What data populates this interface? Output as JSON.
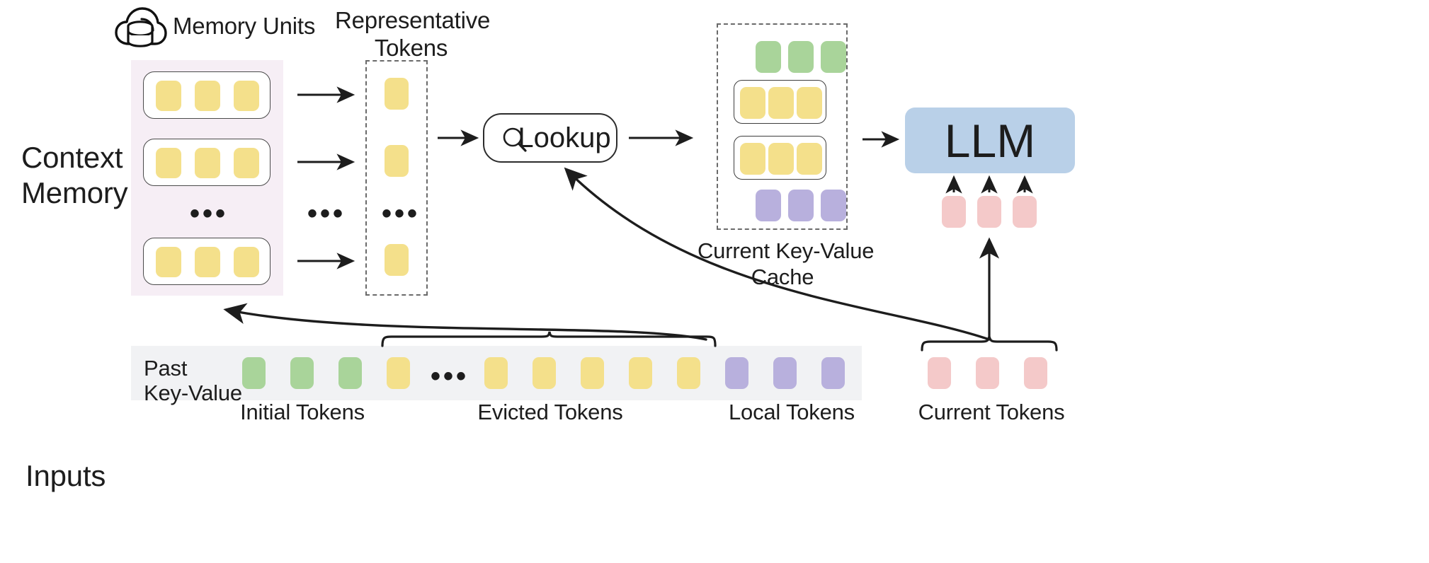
{
  "diagram": {
    "title": "Context Memory Lookup Architecture",
    "row_labels": {
      "context_memory": "Context\nMemory",
      "inputs": "Inputs"
    },
    "headers": {
      "memory_units": "Memory Units",
      "representative_tokens": "Representative\nTokens",
      "current_kv_cache": "Current Key-Value\nCache"
    },
    "icons": {
      "cloud_database": "cloud-database-icon",
      "search": "search-icon"
    },
    "lookup": {
      "label": "Lookup"
    },
    "llm": {
      "label": "LLM",
      "color": "#b9d0e8"
    },
    "past_key_value_label": "Past\nKey-Value",
    "ellipsis": "•••",
    "bottom_labels": [
      {
        "name": "initial-tokens",
        "text": "Initial Tokens"
      },
      {
        "name": "evicted-tokens",
        "text": "Evicted Tokens"
      },
      {
        "name": "local-tokens",
        "text": "Local Tokens"
      },
      {
        "name": "current-tokens",
        "text": "Current Tokens"
      }
    ],
    "colors": {
      "yellow_token": "#f4e08b",
      "green_token": "#a9d49a",
      "purple_token": "#b8b0dd",
      "pink_token": "#f4c9c9",
      "context_memory_bg": "#f6eef5",
      "inputs_bg": "#f1f2f4",
      "llm_blue": "#b9d0e8",
      "stroke": "#2c2c2c"
    },
    "memory_units": [
      {
        "name": "memory-unit-1",
        "tokens": [
          "yellow",
          "yellow",
          "yellow"
        ]
      },
      {
        "name": "memory-unit-2",
        "tokens": [
          "yellow",
          "yellow",
          "yellow"
        ]
      },
      {
        "name": "memory-unit-n",
        "tokens": [
          "yellow",
          "yellow",
          "yellow"
        ]
      }
    ],
    "representative_tokens": [
      {
        "name": "representative-token-1",
        "color": "yellow"
      },
      {
        "name": "representative-token-2",
        "color": "yellow"
      },
      {
        "name": "representative-token-n",
        "color": "yellow"
      }
    ],
    "kv_cache_rows": [
      {
        "name": "kv-row-initial",
        "boxed": false,
        "tokens": [
          "green",
          "green",
          "green"
        ]
      },
      {
        "name": "kv-row-retrieved-1",
        "boxed": true,
        "tokens": [
          "yellow",
          "yellow",
          "yellow"
        ]
      },
      {
        "name": "kv-row-retrieved-2",
        "boxed": true,
        "tokens": [
          "yellow",
          "yellow",
          "yellow"
        ]
      },
      {
        "name": "kv-row-local",
        "boxed": false,
        "tokens": [
          "purple",
          "purple",
          "purple"
        ]
      }
    ],
    "llm_input_tokens": [
      {
        "name": "llm-input-token-1",
        "color": "pink"
      },
      {
        "name": "llm-input-token-2",
        "color": "pink"
      },
      {
        "name": "llm-input-token-3",
        "color": "pink"
      }
    ],
    "input_sequence": [
      {
        "name": "input-token-1",
        "color": "green",
        "group": "initial"
      },
      {
        "name": "input-token-2",
        "color": "green",
        "group": "initial"
      },
      {
        "name": "input-token-3",
        "color": "green",
        "group": "initial"
      },
      {
        "name": "input-token-4",
        "color": "yellow",
        "group": "evicted"
      },
      {
        "name": "input-ellipsis",
        "color": "ellipsis",
        "group": "evicted"
      },
      {
        "name": "input-token-5",
        "color": "yellow",
        "group": "evicted"
      },
      {
        "name": "input-token-6",
        "color": "yellow",
        "group": "evicted"
      },
      {
        "name": "input-token-7",
        "color": "yellow",
        "group": "evicted"
      },
      {
        "name": "input-token-8",
        "color": "yellow",
        "group": "evicted"
      },
      {
        "name": "input-token-9",
        "color": "yellow",
        "group": "evicted"
      },
      {
        "name": "input-token-10",
        "color": "purple",
        "group": "local"
      },
      {
        "name": "input-token-11",
        "color": "purple",
        "group": "local"
      },
      {
        "name": "input-token-12",
        "color": "purple",
        "group": "local"
      }
    ],
    "current_tokens": [
      {
        "name": "current-token-1",
        "color": "pink"
      },
      {
        "name": "current-token-2",
        "color": "pink"
      },
      {
        "name": "current-token-3",
        "color": "pink"
      }
    ]
  }
}
